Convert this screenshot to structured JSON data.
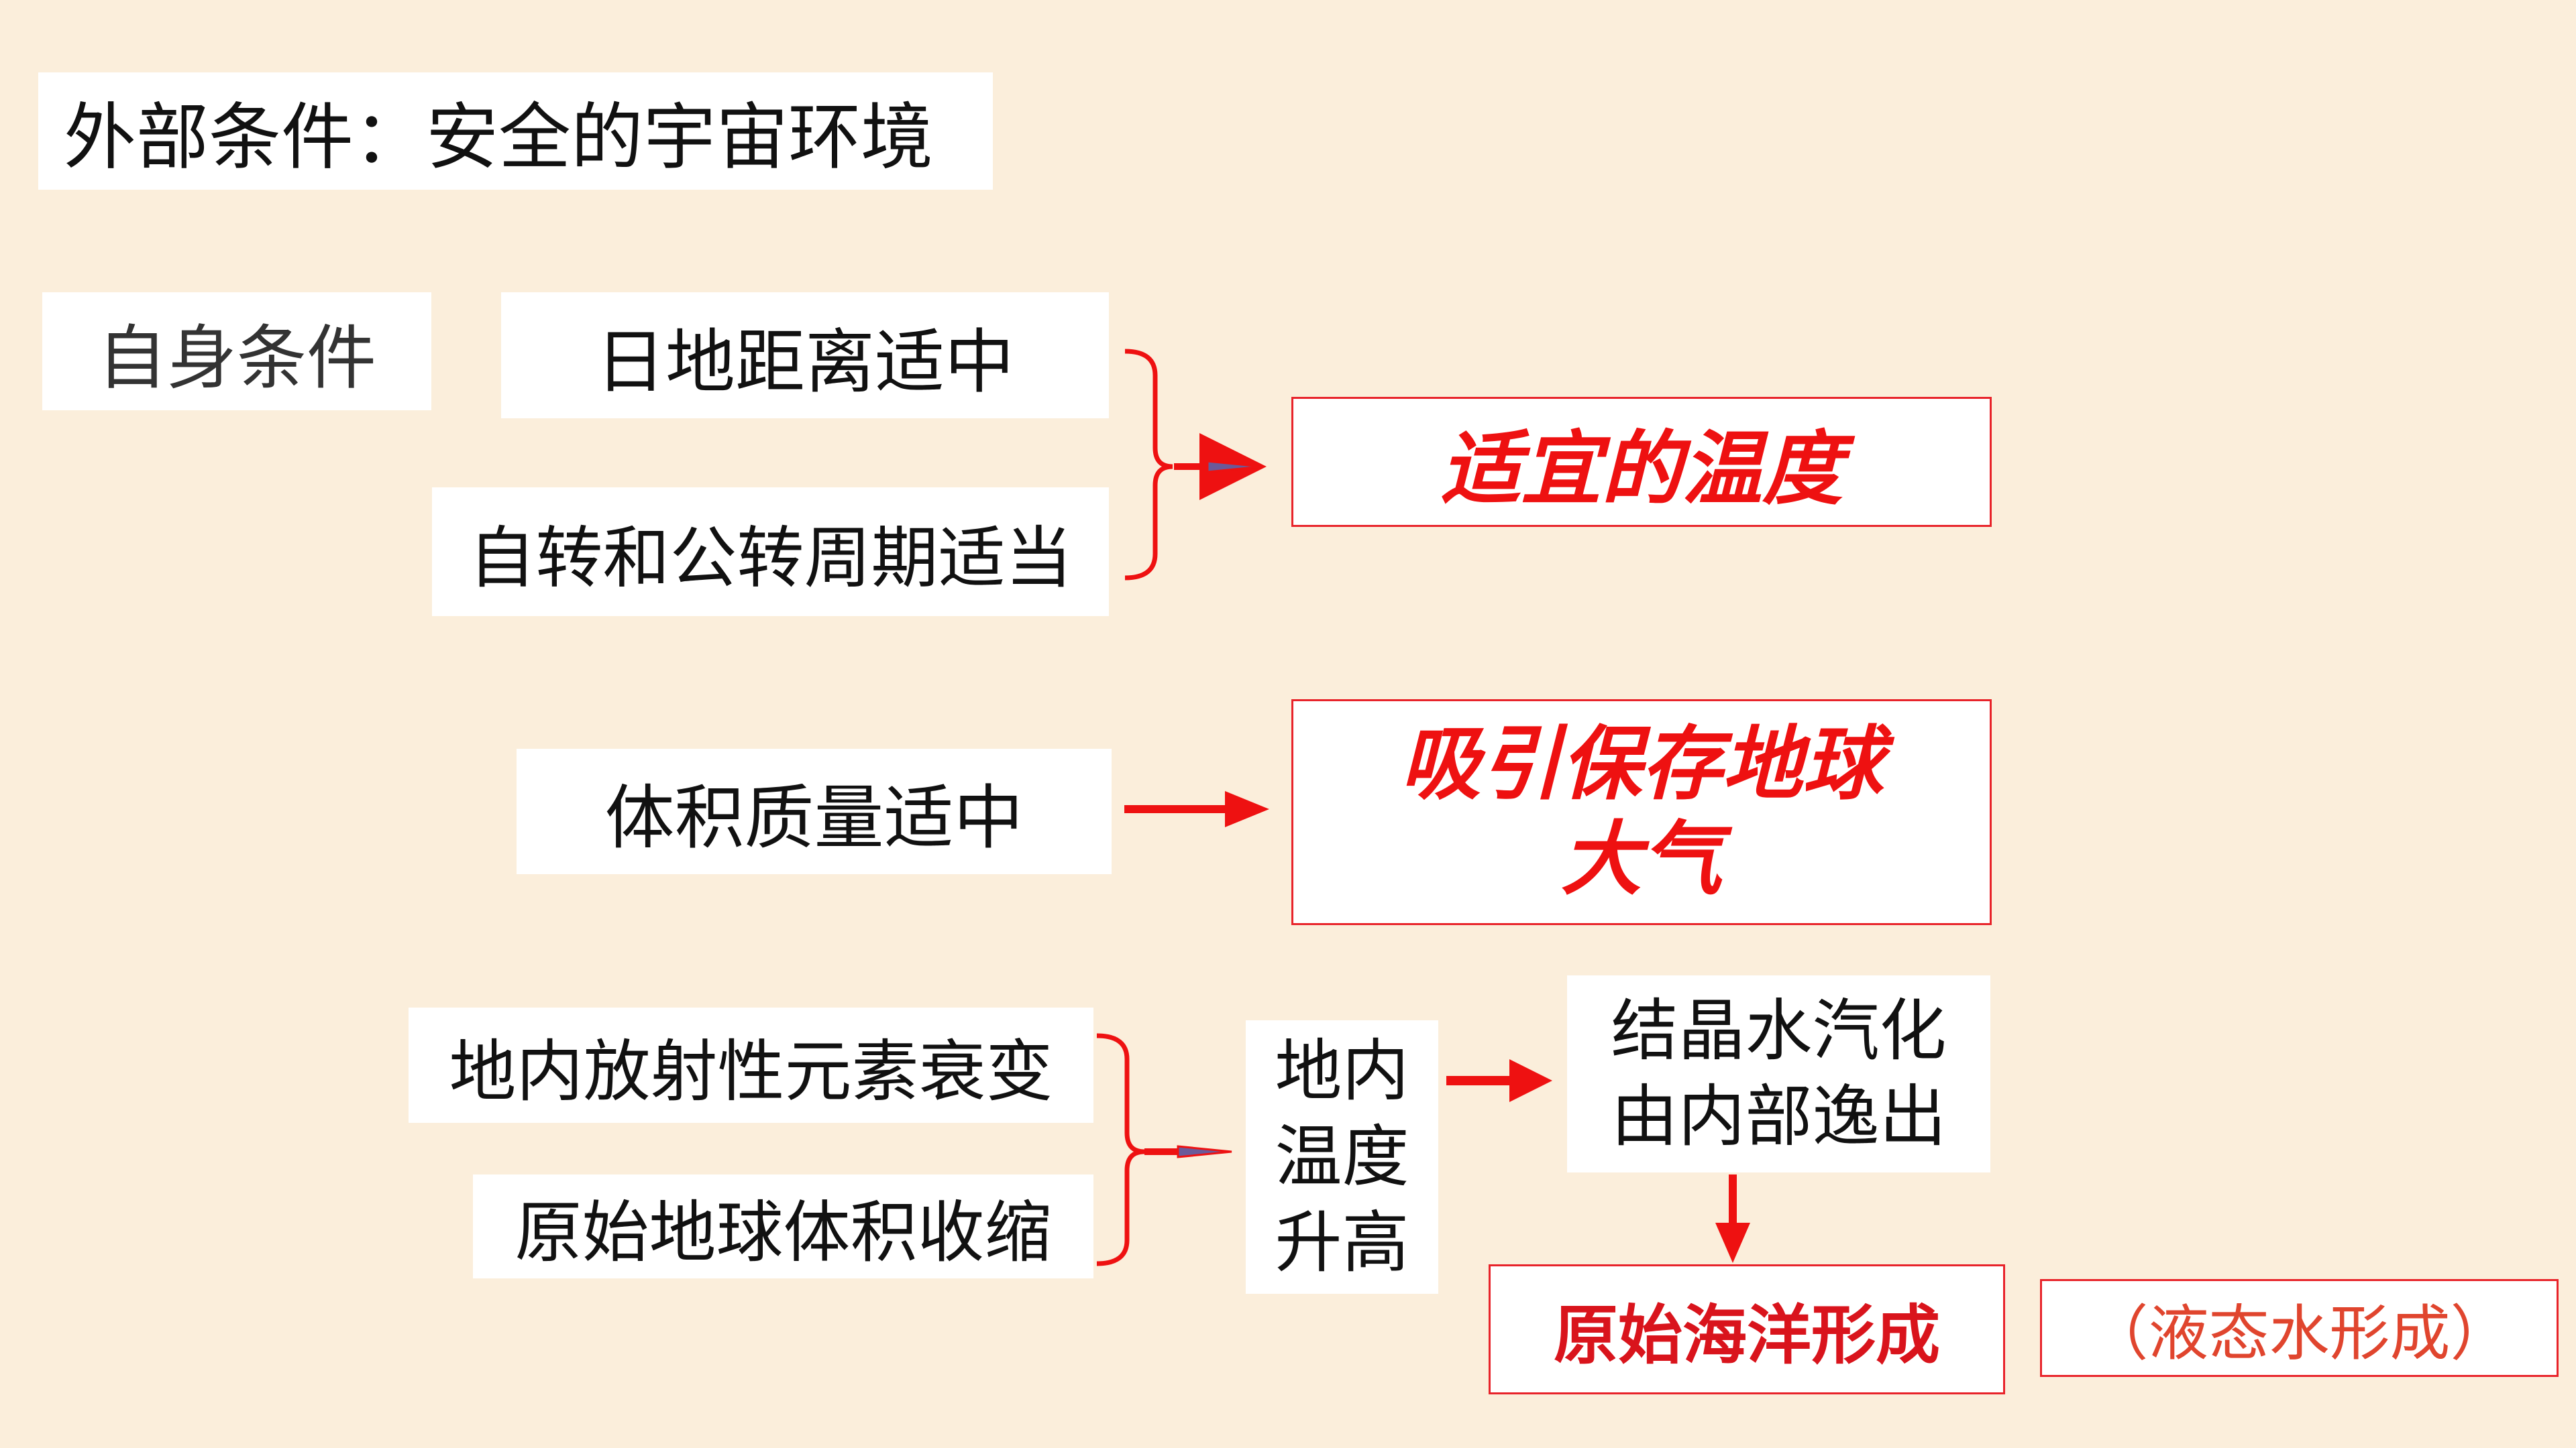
{
  "outer_condition": "外部条件：安全的宇宙环境",
  "self_condition": "自身条件",
  "distance": "日地距离适中",
  "rotation": "自转和公转周期适当",
  "suitable_temp": "适宜的温度",
  "mass": "体积质量适中",
  "atmosphere": "吸引保存地球\n大气",
  "radioactive": "地内放射性元素衰变",
  "shrink": "原始地球体积收缩",
  "interior_temp": "地内\n温度\n升高",
  "water_vapor": "结晶水汽化\n由内部逸出",
  "ocean": "原始海洋形成",
  "liquid_water": "（液态水形成）",
  "colors": {
    "background": "#fbeedb",
    "accent_red": "#ee1111",
    "box_border": "#e8232a"
  }
}
